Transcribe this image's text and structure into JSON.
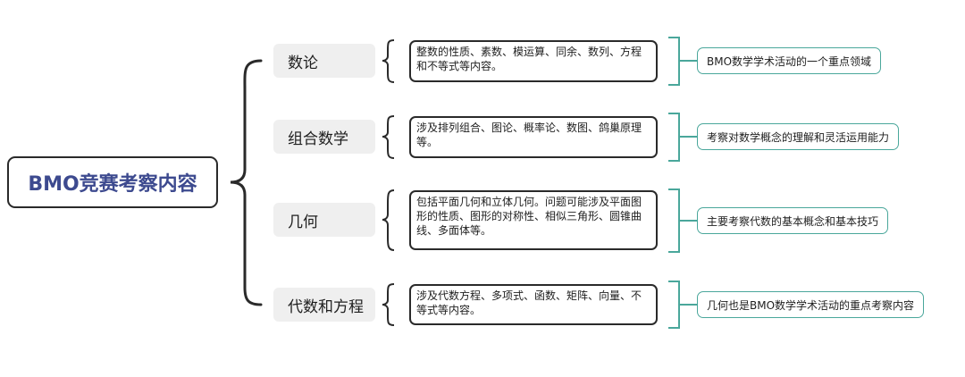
{
  "root": {
    "label": "BMO竞赛考察内容"
  },
  "branches": [
    {
      "topic": "数论",
      "detail": "整数的性质、素数、模运算、同余、数列、方程和不等式等内容。",
      "note": "BMO数学学术活动的一个重点领域"
    },
    {
      "topic": "组合数学",
      "detail": "涉及排列组合、图论、概率论、数图、鸽巢原理等。",
      "note": "考察对数学概念的理解和灵活运用能力"
    },
    {
      "topic": "几何",
      "detail": "包括平面几何和立体几何。问题可能涉及平面图形的性质、图形的对称性、相似三角形、圆锥曲线、多面体等。",
      "note": "主要考察代数的基本概念和基本技巧"
    },
    {
      "topic": "代数和方程",
      "detail": "涉及代数方程、多项式、函数、矩阵、向量、不等式等内容。",
      "note": "几何也是BMO数学学术活动的重点考察内容"
    }
  ],
  "colors": {
    "root_text": "#3d4a8f",
    "line": "#2a2a2a",
    "note_border": "#4aa79b",
    "topic_fill": "#efefef"
  }
}
